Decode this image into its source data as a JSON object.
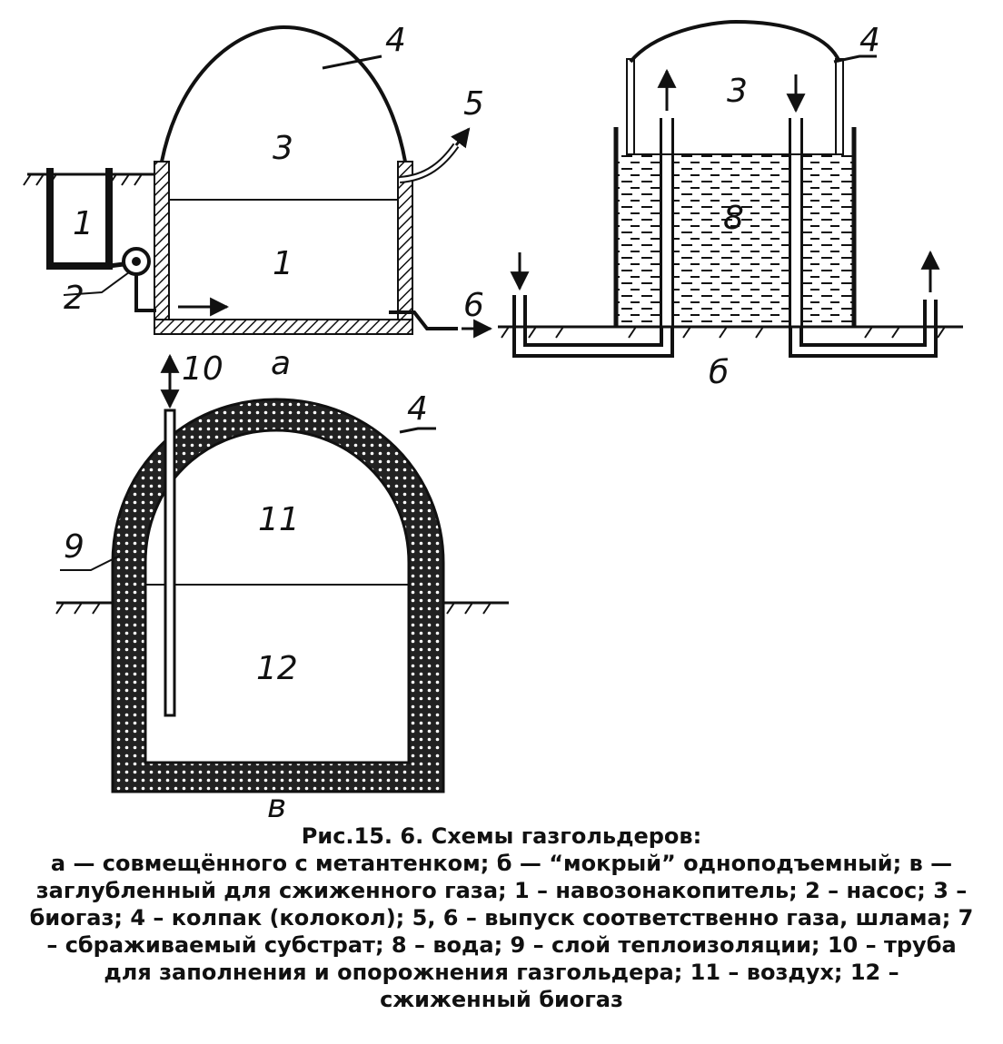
{
  "figure": {
    "callouts": [
      "1",
      "2",
      "3",
      "4",
      "5",
      "6",
      "10",
      "9",
      "11",
      "12",
      "3",
      "4",
      "8",
      "1"
    ],
    "panel_labels": {
      "a": "а",
      "b": "б",
      "v": "в"
    },
    "labels_a": {
      "pit": "1",
      "pump": "2",
      "gas": "3",
      "cap": "4",
      "gas_out": "5",
      "sludge_out": "6",
      "liquid": "1"
    },
    "labels_b": {
      "gas": "3",
      "cap": "4",
      "water": "8"
    },
    "labels_v": {
      "pipe": "10",
      "insulation": "9",
      "air": "11",
      "liquid_gas": "12",
      "cap": "4"
    }
  },
  "caption": {
    "title": "Рис.15. 6. Схемы газгольдеров:",
    "lines": [
      "а — совмещённого с метантенком; б — “мокрый” одноподъемный; в —",
      "заглубленный для сжиженного газа; 1 – навозонакопитель; 2 – насос; 3 –",
      "биогаз; 4 – колпак (колокол); 5, 6 – выпуск соответственно газа, шлама; 7",
      "– сбраживаемый субстрат; 8 – вода; 9 – слой теплоизоляции; 10 – труба",
      "для заполнения и опорожнения газгольдера; 11 – воздух; 12 –",
      "сжиженный биогаз"
    ]
  },
  "colors": {
    "ink": "#111111",
    "paper": "#ffffff"
  }
}
